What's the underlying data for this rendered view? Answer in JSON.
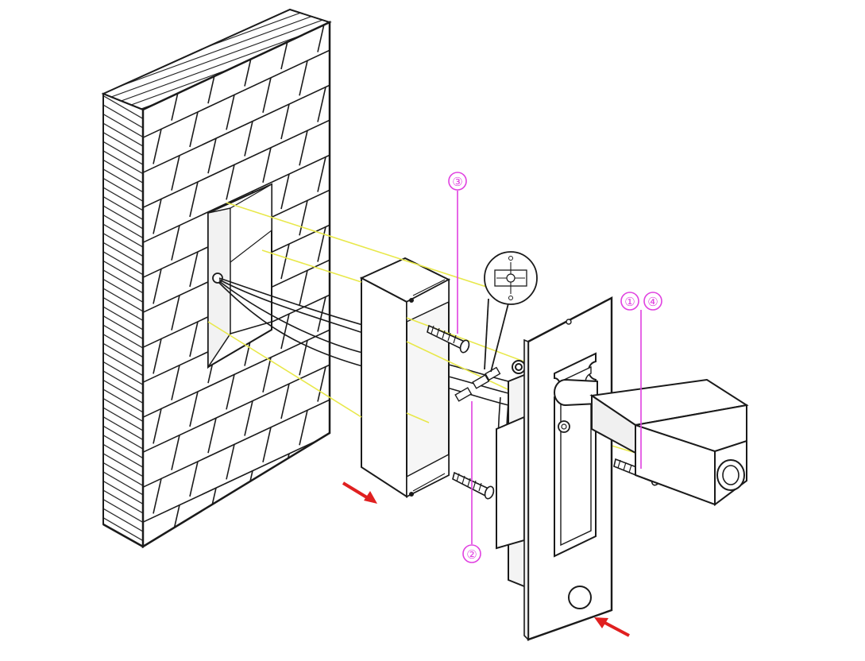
{
  "diagram": {
    "callouts": [
      {
        "id": "callout-1",
        "label": "①"
      },
      {
        "id": "callout-2",
        "label": "②"
      },
      {
        "id": "callout-3",
        "label": "③"
      },
      {
        "id": "callout-4",
        "label": "④"
      }
    ]
  },
  "colors": {
    "line": "#1a1a1a",
    "guide": "#e8e84a",
    "callout": "#e040e0",
    "arrow": "#e02020",
    "background": "#ffffff"
  }
}
